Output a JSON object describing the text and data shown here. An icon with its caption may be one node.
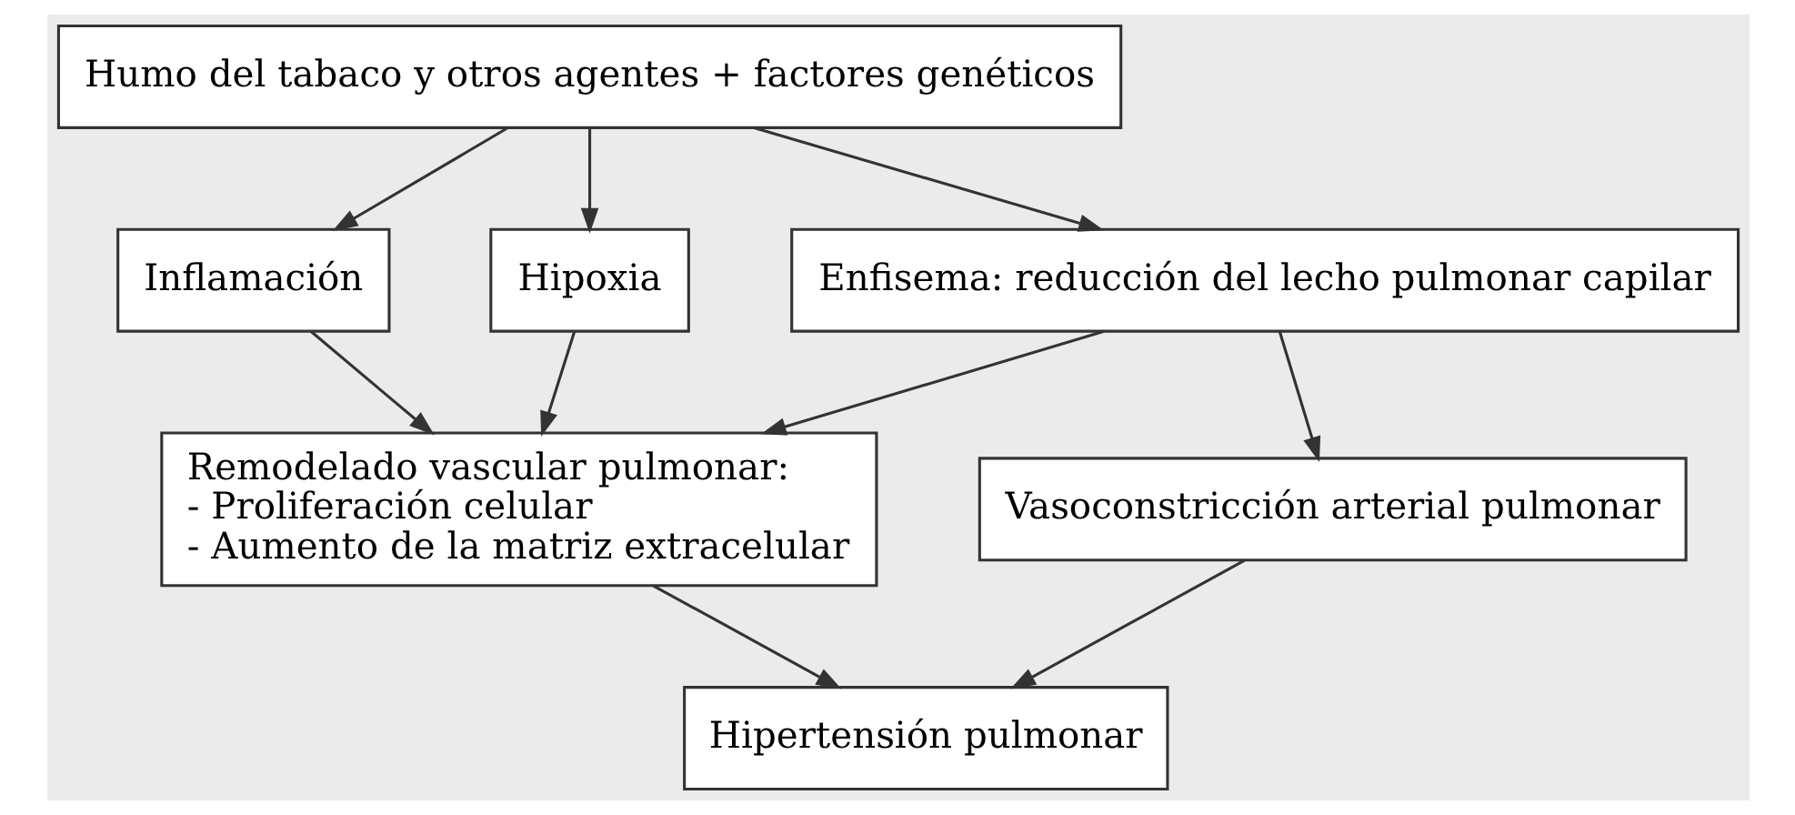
{
  "diagram": {
    "nodes": [
      {
        "text": [
          "Humo del tabaco y otros agentes + factores genéticos"
        ]
      },
      {
        "text": [
          "Inflamación"
        ]
      },
      {
        "text": [
          "Hipoxia"
        ]
      },
      {
        "text": [
          "Enfisema: reducción del lecho pulmonar capilar"
        ]
      },
      {
        "text": [
          "Remodelado vascular pulmonar:",
          "- Proliferación celular",
          "- Aumento de la matriz extracelular"
        ]
      },
      {
        "text": [
          "Vasoconstricción arterial pulmonar"
        ]
      },
      {
        "text": [
          "Hipertensión pulmonar"
        ]
      }
    ],
    "edges": [
      {
        "from": 0,
        "to": 1,
        "arrow": "to"
      },
      {
        "from": 0,
        "to": 2,
        "arrow": "to"
      },
      {
        "from": 0,
        "to": 3,
        "arrow": "to"
      },
      {
        "from": 1,
        "to": 4,
        "arrow": "to"
      },
      {
        "from": 2,
        "to": 4,
        "arrow": "to"
      },
      {
        "from": 3,
        "to": 4,
        "arrow": "to"
      },
      {
        "from": 3,
        "to": 5,
        "arrow": "to"
      },
      {
        "from": 4,
        "to": 6,
        "arrow": "to"
      },
      {
        "from": 5,
        "to": 6,
        "arrow": "to"
      }
    ]
  }
}
